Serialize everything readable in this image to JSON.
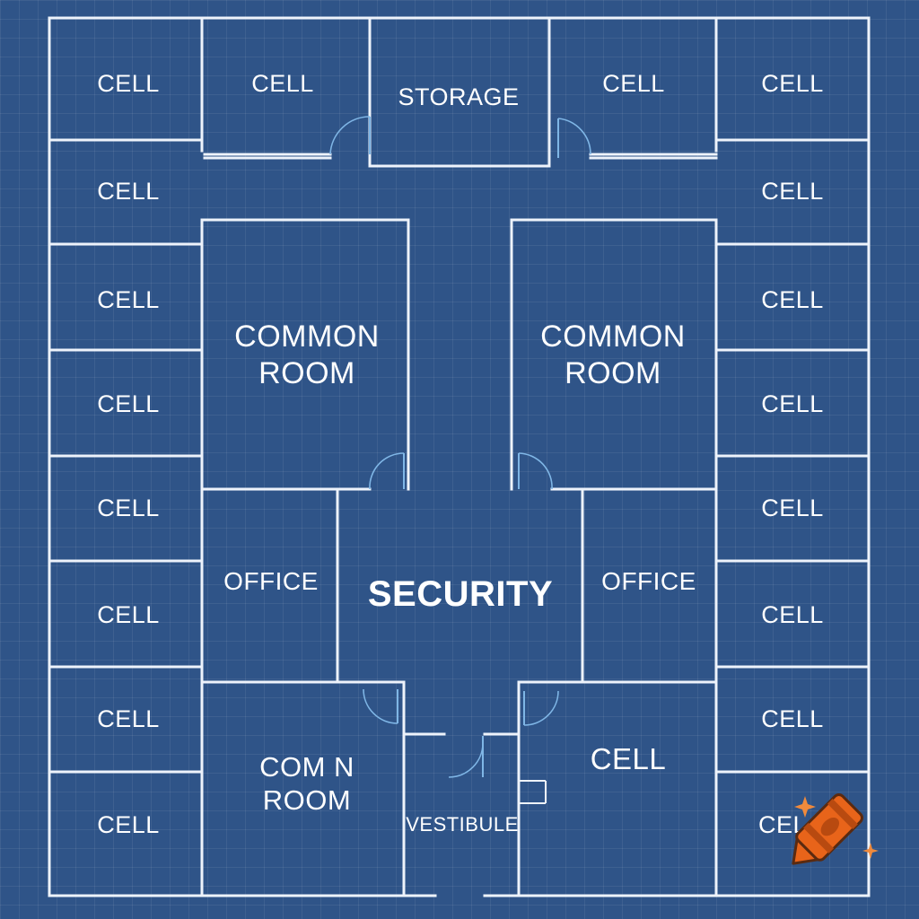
{
  "rooms": {
    "cell_left_1": "CELL",
    "cell_top_left_2": "CELL",
    "storage": "STORAGE",
    "cell_top_right_2": "CELL",
    "cell_right_1": "CELL",
    "cell_left_2": "CELL",
    "cell_right_2": "CELL",
    "cell_left_3": "CELL",
    "cell_right_3": "CELL",
    "cell_left_4": "CELL",
    "cell_right_4": "CELL",
    "cell_left_5": "CELL",
    "cell_right_5": "CELL",
    "cell_left_6": "CELL",
    "cell_right_6": "CELL",
    "cell_left_7": "CELL",
    "cell_right_7": "CELL",
    "cell_left_8": "CELL",
    "cell_right_8": "CEL",
    "common_room_left": "COMMON\nROOM",
    "common_room_right": "COMMON\nROOM",
    "office_left": "OFFICE",
    "office_right": "OFFICE",
    "security": "SECURITY",
    "common_room_bottom": "COM   N\nROOM",
    "vestibule": "VESTIBULE",
    "cell_large": "CELL"
  },
  "colors": {
    "background": "#2f5488",
    "walls": "#eef3fb",
    "doors": "#7fb6e6",
    "crayon": "#e8641a"
  },
  "icons": {
    "watermark": "crayon-icon"
  }
}
